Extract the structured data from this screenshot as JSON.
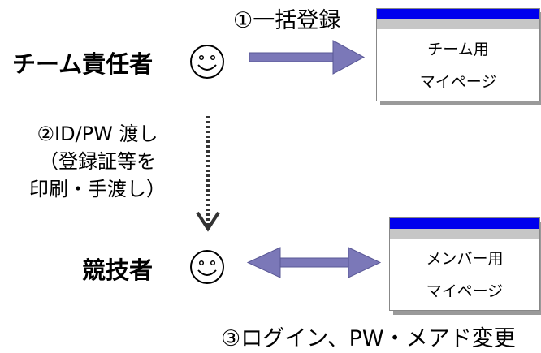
{
  "colors": {
    "arrow": "#7b78b8",
    "card_top": "#0000ee",
    "card_sub": "#c6c6c6",
    "shadow": "#9a9a9a"
  },
  "roles": {
    "team_leader": "チーム責任者",
    "competitor": "競技者"
  },
  "steps": {
    "step1": "①一括登録",
    "step2_line1": "②ID/PW 渡し",
    "step2_line2": "（登録証等を",
    "step2_line3": "印刷・手渡し）",
    "step3": "③ログイン、PW・メアド変更"
  },
  "pages": {
    "team_page": {
      "line1": "チーム用",
      "line2": "マイページ"
    },
    "member_page": {
      "line1": "メンバー用",
      "line2": "マイページ"
    }
  },
  "icons": {
    "team_leader_face": "smiley-face-icon",
    "competitor_face": "smiley-face-icon"
  }
}
